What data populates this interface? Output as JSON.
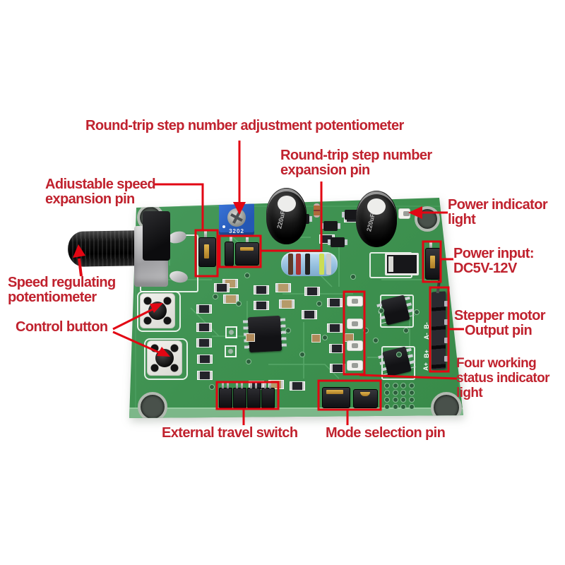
{
  "colors": {
    "annotation_red": "#e20613",
    "text_red": "#c0222e",
    "pcb_green": "#3e9150",
    "pcb_edge_green": "#7cb789",
    "trimmer_blue": "#2b62c9",
    "resistor_blue": "#9fc6e8"
  },
  "labels": {
    "adjustment_pot": "Round-trip step number adjustment potentiometer",
    "step_expansion_1": "Round-trip step number",
    "step_expansion_2": "expansion pin",
    "speed_expansion_1": "Adiustable speed",
    "speed_expansion_2": "expansion pin",
    "power_indicator_1": "Power indicator",
    "power_indicator_2": "light",
    "power_input_1": "Power input:",
    "power_input_2": "DC5V-12V",
    "speed_pot_1": "Speed regulating",
    "speed_pot_2": "potentiometer",
    "control_button": "Control button",
    "stepper_1": "Stepper motor",
    "stepper_2": "Output pin",
    "status_1": "Four working",
    "status_2": "status indicator",
    "status_3": "light",
    "travel_switch": "External travel switch",
    "mode_pin": "Mode selection pin"
  },
  "board_text": {
    "trimmer_marking": "3202",
    "cap1_marking": "220uF",
    "cap2_marking": "220uF",
    "pin_labels": [
      "B-",
      "A-",
      "B+",
      "A+"
    ]
  }
}
